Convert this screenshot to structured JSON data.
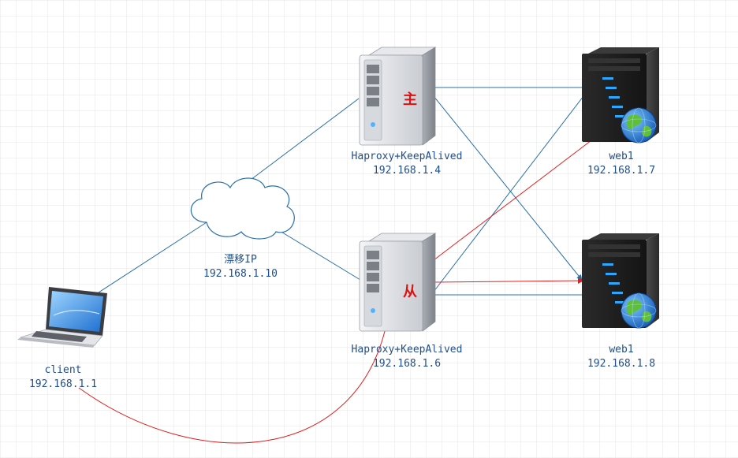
{
  "colors": {
    "link": "#2a6fa8",
    "highlight": "#e02020",
    "grid": "#e6e6e6",
    "label": "#1f4e8c"
  },
  "nodes": {
    "master": {
      "name": "Haproxy+KeepAlived",
      "ip": "192.168.1.4",
      "role": "主",
      "icon": "tower-server-icon"
    },
    "slave": {
      "name": "Haproxy+KeepAlived",
      "ip": "192.168.1.6",
      "role": "从",
      "icon": "tower-server-icon"
    },
    "vip": {
      "name": "漂移IP",
      "ip": "192.168.1.10",
      "icon": "cloud-icon"
    },
    "client": {
      "name": "client",
      "ip": "192.168.1.1",
      "icon": "laptop-icon"
    },
    "web_a": {
      "name": "web1",
      "ip": "192.168.1.7",
      "icon": "web-server-globe-icon"
    },
    "web_b": {
      "name": "web1",
      "ip": "192.168.1.8",
      "icon": "web-server-globe-icon"
    }
  }
}
